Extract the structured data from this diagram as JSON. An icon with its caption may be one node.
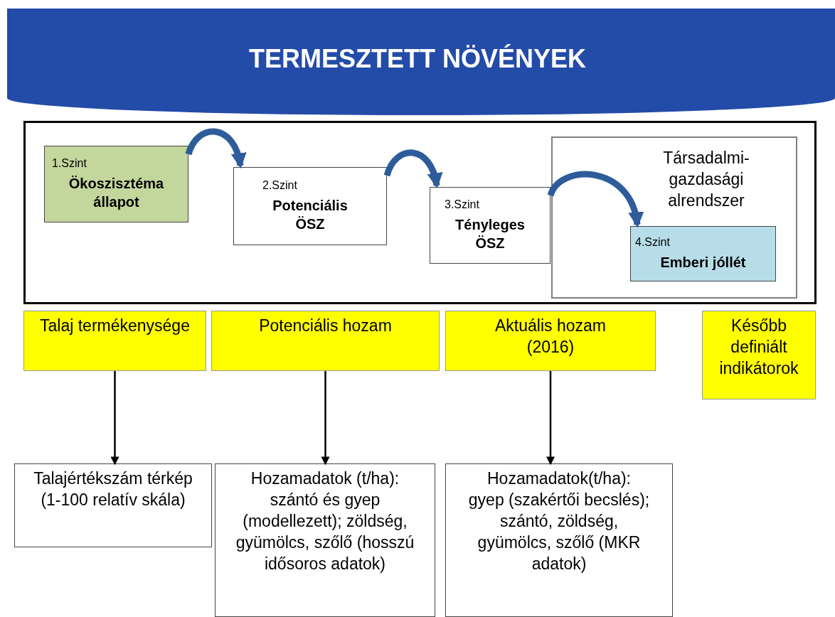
{
  "diagram": {
    "title": "TERMESZTETT NÖVÉNYEK",
    "nodes": [
      {
        "text": [],
        "shape": "box"
      },
      {
        "text": [
          "1.Szint",
          "Ökoszisztéma állapot"
        ],
        "in": 0
      },
      {
        "text": [
          "2.Szint",
          "Potenciális ÖSZ"
        ],
        "in": 0
      },
      {
        "text": [
          "3.Szint",
          "Tényleges ÖSZ"
        ],
        "in": 0
      },
      {
        "text": [
          "Társadalmi-gazdasági alrendszer"
        ],
        "in": 0
      },
      {
        "text": [
          "4.Szint",
          "Emberi jóllét"
        ],
        "in": 4
      },
      {
        "text": [
          "Talaj termékenysége"
        ]
      },
      {
        "text": [
          "Potenciális hozam"
        ]
      },
      {
        "text": [
          "Aktuális hozam (2016)"
        ]
      },
      {
        "text": [
          "Később definiált indikátorok"
        ]
      },
      {
        "text": [
          "Talajértékszám térkép (1-100 relatív skála)"
        ]
      },
      {
        "text": [
          "Hozamadatok (t/ha): szántó és gyep (modellezett); zöldség, gyümölcs, szőlő (hosszú idősoros adatok)"
        ]
      },
      {
        "text": [
          "Hozamadatok(t/ha): gyep (szakértői becslés); szántó, zöldség, gyümölcs, szőlő (MKR adatok)"
        ]
      }
    ],
    "edges": [
      {
        "from": 1,
        "to": 2,
        "arrow": "to",
        "style": "thick",
        "color": "#2e5c9a"
      },
      {
        "from": 2,
        "to": 3,
        "arrow": "to",
        "style": "thick",
        "color": "#2e5c9a"
      },
      {
        "from": 3,
        "to": 5,
        "arrow": "to",
        "style": "thick",
        "color": "#2e5c9a"
      },
      {
        "from": 6,
        "to": 10,
        "arrow": "to",
        "color": "#000000"
      },
      {
        "from": 7,
        "to": 11,
        "arrow": "to",
        "color": "#000000"
      },
      {
        "from": 8,
        "to": 12,
        "arrow": "to",
        "color": "#000000"
      }
    ]
  }
}
